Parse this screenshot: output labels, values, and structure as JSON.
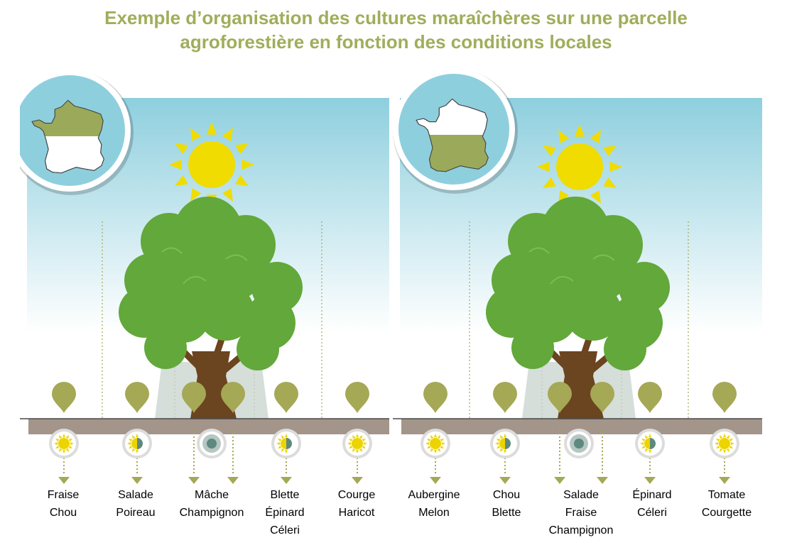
{
  "title": {
    "line1": "Exemple d’organisation des cultures maraîchères sur une parcelle",
    "line2": "agroforestière en fonction des conditions locales"
  },
  "colors": {
    "title": "#9fae5a",
    "sky_top": "#8ecfde",
    "map_highlight": "#9aaa5a",
    "tree": "#62a83a",
    "trunk": "#6b4420",
    "sun": "#f0dc00",
    "soil": "#a39589",
    "marker": "#a5a855"
  },
  "panels": [
    {
      "name": "north",
      "map_highlight": "north",
      "columns": [
        {
          "exposure": "sun",
          "crops": [
            "Fraise",
            "Chou"
          ]
        },
        {
          "exposure": "half-shade",
          "crops": [
            "Salade",
            "Poireau"
          ]
        },
        {
          "exposure": "shade",
          "crops": [
            "Mâche",
            "Champignon"
          ]
        },
        {
          "exposure": "half-shade",
          "crops": [
            "Blette",
            "Épinard",
            "Céleri"
          ]
        },
        {
          "exposure": "sun",
          "crops": [
            "Courge",
            "Haricot"
          ]
        }
      ]
    },
    {
      "name": "south",
      "map_highlight": "south",
      "columns": [
        {
          "exposure": "sun",
          "crops": [
            "Aubergine",
            "Melon"
          ]
        },
        {
          "exposure": "half-shade",
          "crops": [
            "Chou",
            "Blette"
          ]
        },
        {
          "exposure": "shade",
          "crops": [
            "Salade",
            "Fraise",
            "Champignon"
          ]
        },
        {
          "exposure": "half-shade",
          "crops": [
            "Épinard",
            "Céleri"
          ]
        },
        {
          "exposure": "sun",
          "crops": [
            "Tomate",
            "Courgette"
          ]
        }
      ]
    }
  ]
}
